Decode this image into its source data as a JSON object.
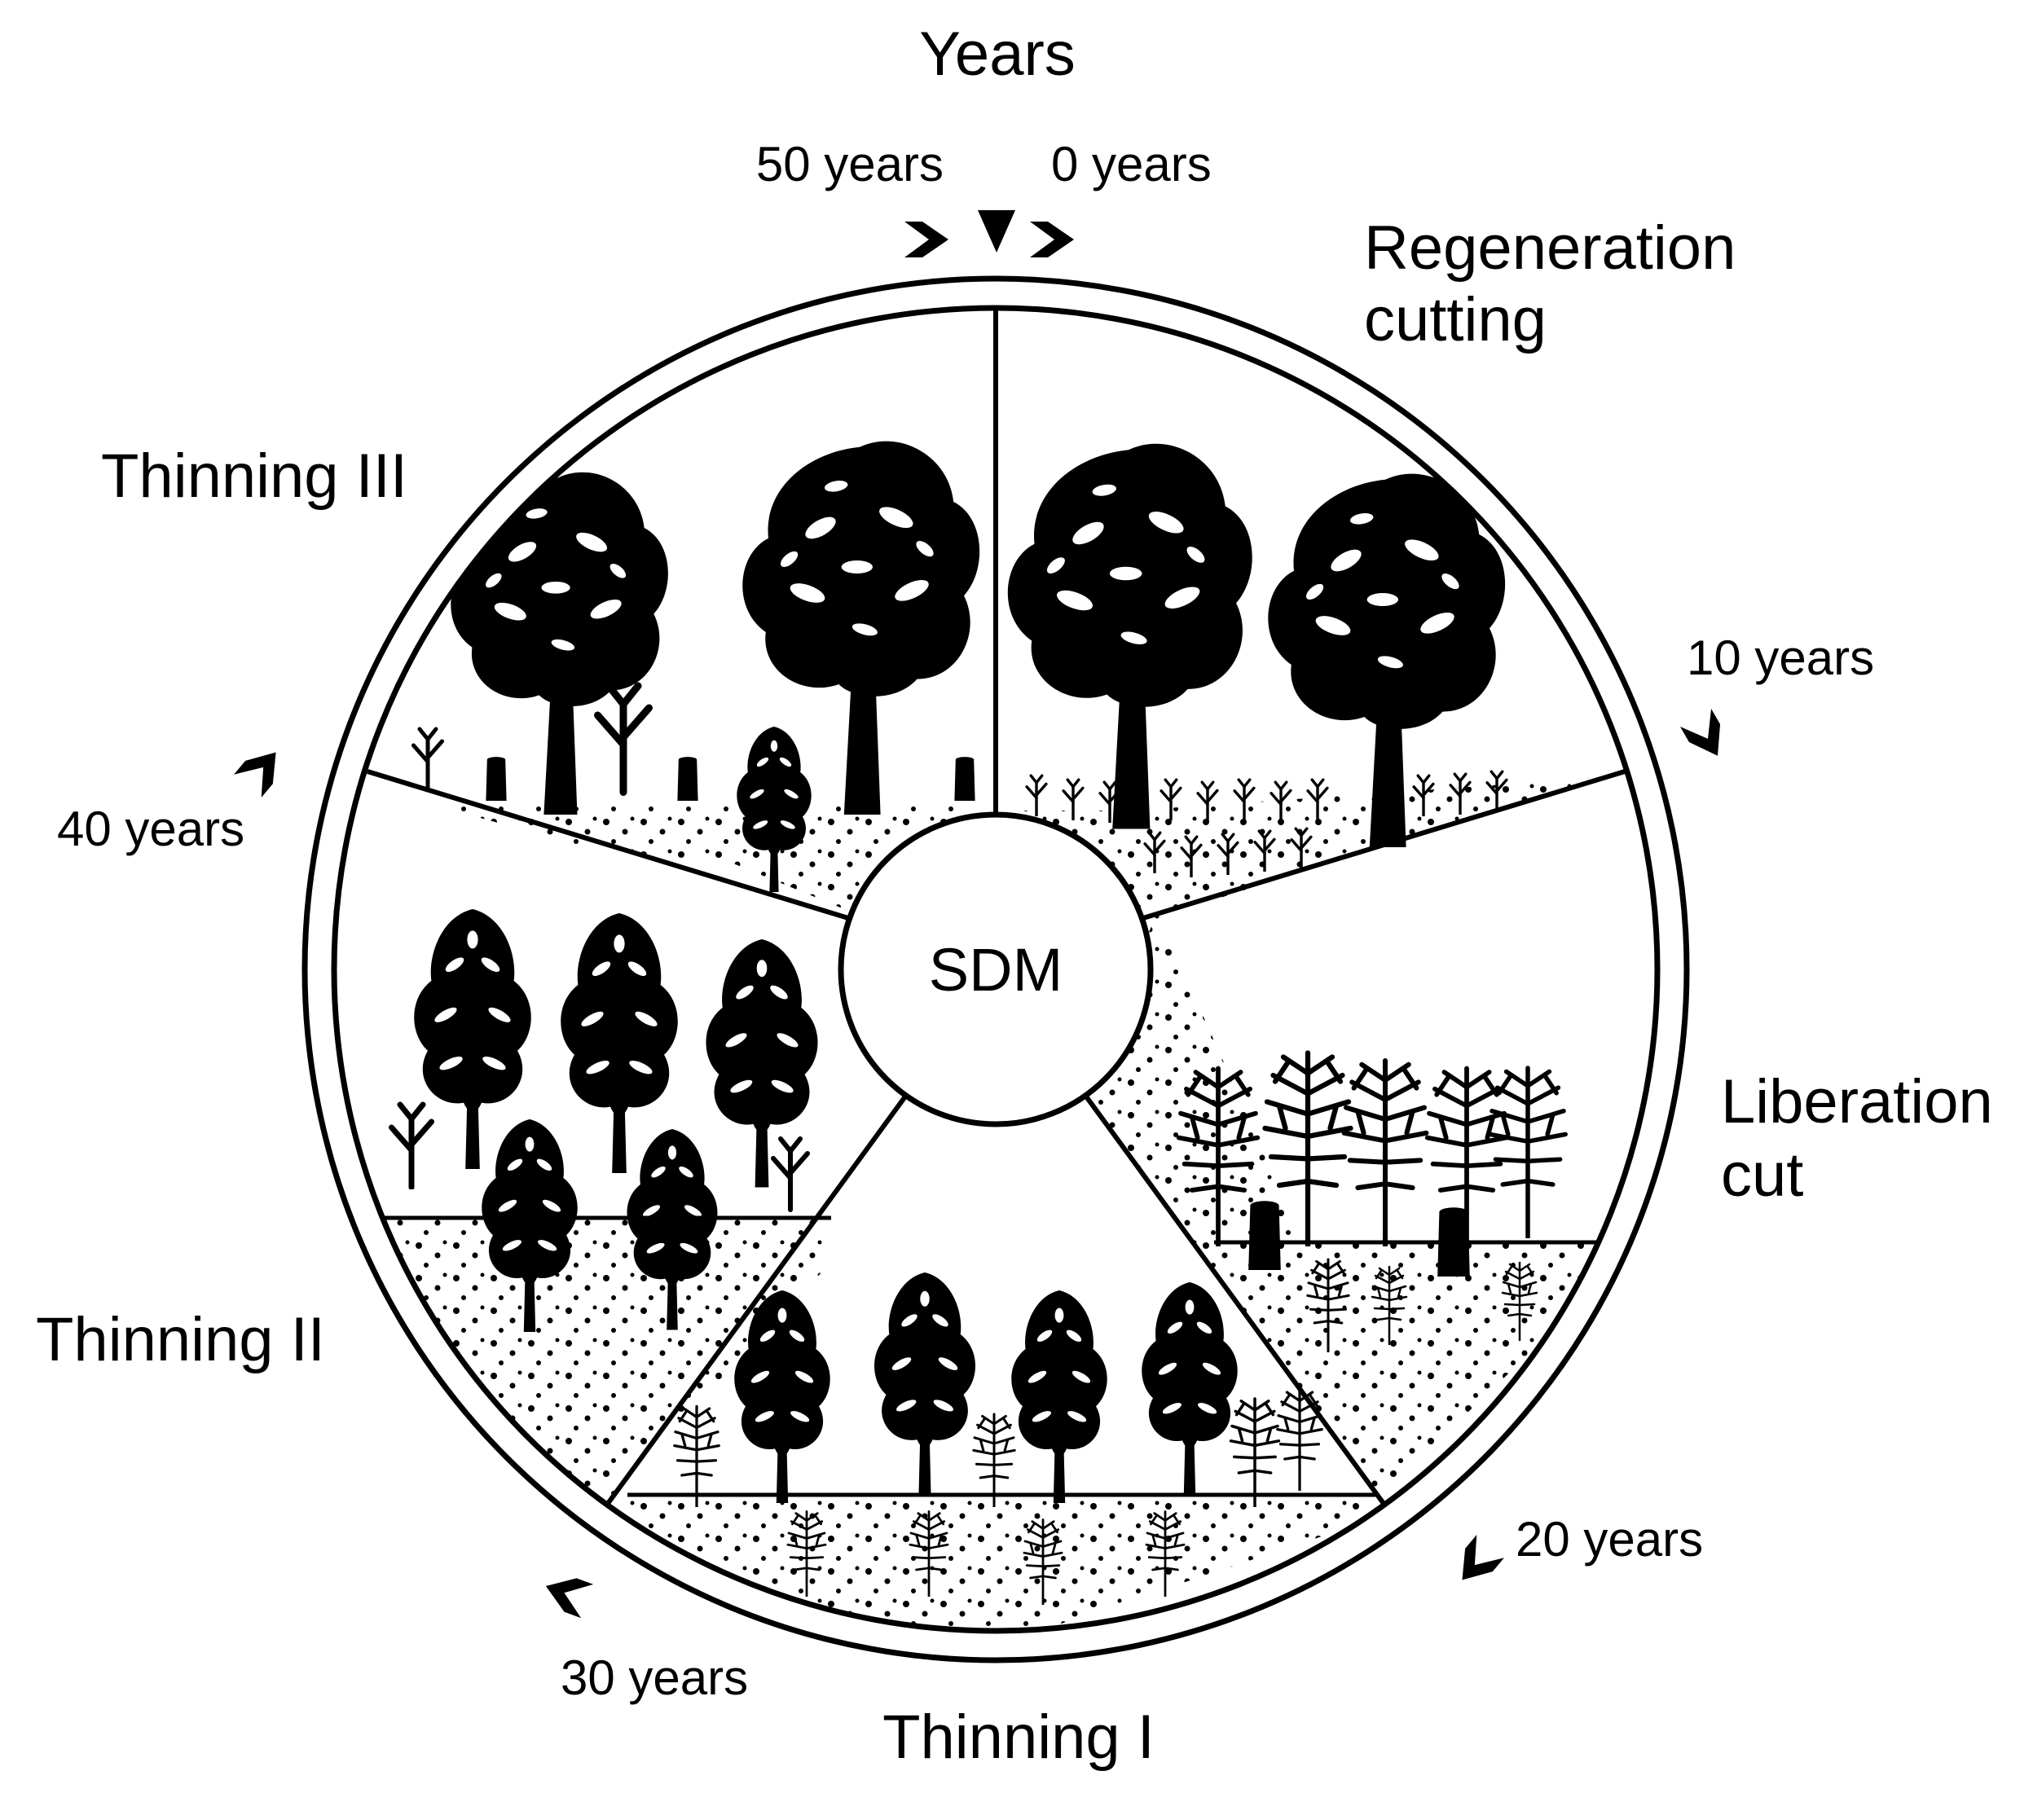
{
  "title": "Years",
  "center_label": "SDM",
  "year_marks": {
    "y50": "50 years",
    "y0": "0 years",
    "y10": "10 years",
    "y20": "20 years",
    "y30": "30 years",
    "y40": "40 years"
  },
  "stages": {
    "regeneration_line1": "Regeneration",
    "regeneration_line2": "cutting",
    "liberation_line1": "Liberation",
    "liberation_line2": "cut",
    "thinning1": "Thinning I",
    "thinning2": "Thinning II",
    "thinning3": "Thinning III"
  },
  "colors": {
    "ink": "#000000",
    "paper": "#ffffff"
  }
}
